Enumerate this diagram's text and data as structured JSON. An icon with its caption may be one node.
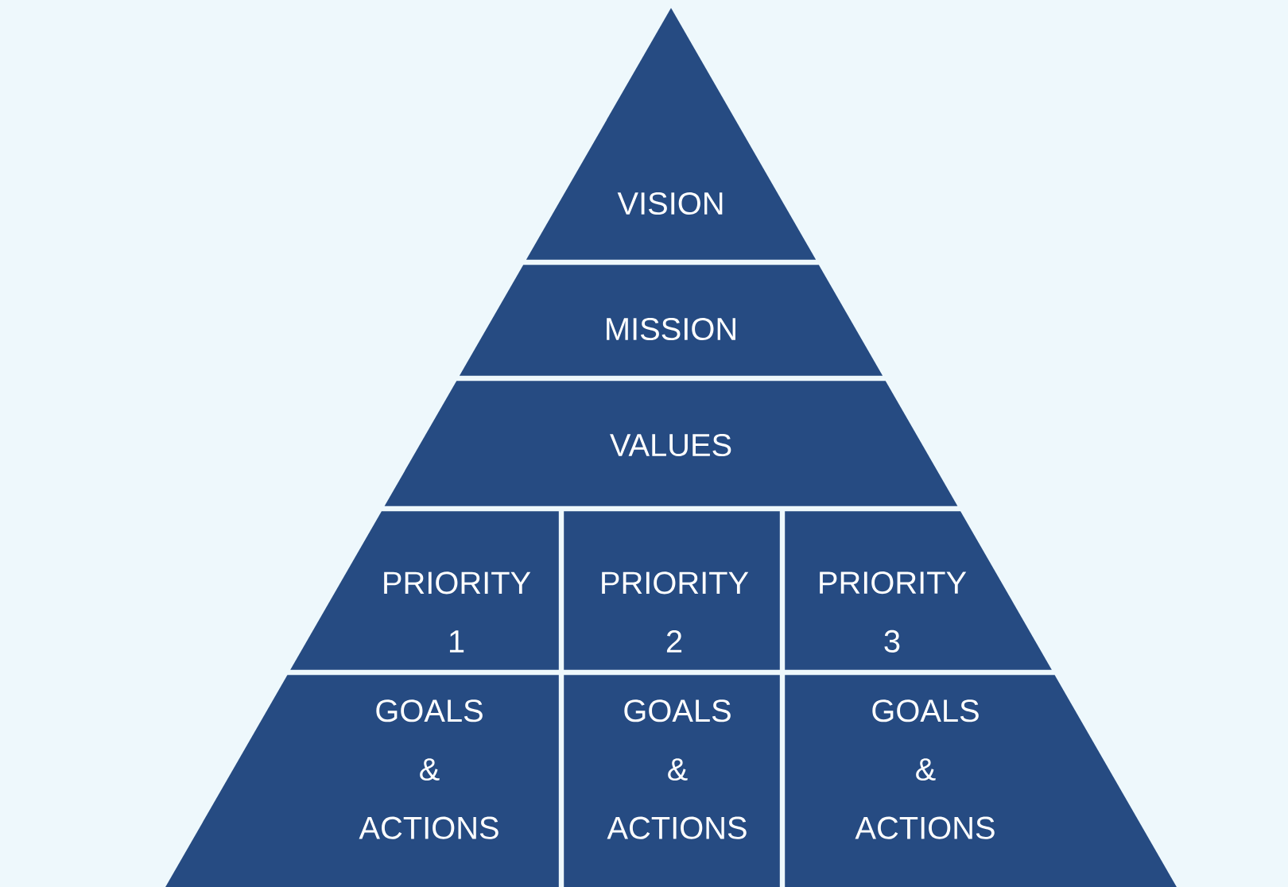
{
  "diagram": {
    "nodes": [
      {
        "text": [
          "VISION"
        ]
      },
      {
        "text": [
          "MISSION"
        ]
      },
      {
        "text": [
          "VALUES"
        ]
      },
      {
        "text": [
          "PRIORITY 1"
        ]
      },
      {
        "text": [
          "PRIORITY 2"
        ]
      },
      {
        "text": [
          "PRIORITY 3"
        ]
      },
      {
        "text": [
          "GOALS & ACTIONS"
        ]
      },
      {
        "text": [
          "GOALS & ACTIONS"
        ]
      },
      {
        "text": [
          "GOALS & ACTIONS"
        ]
      }
    ]
  }
}
